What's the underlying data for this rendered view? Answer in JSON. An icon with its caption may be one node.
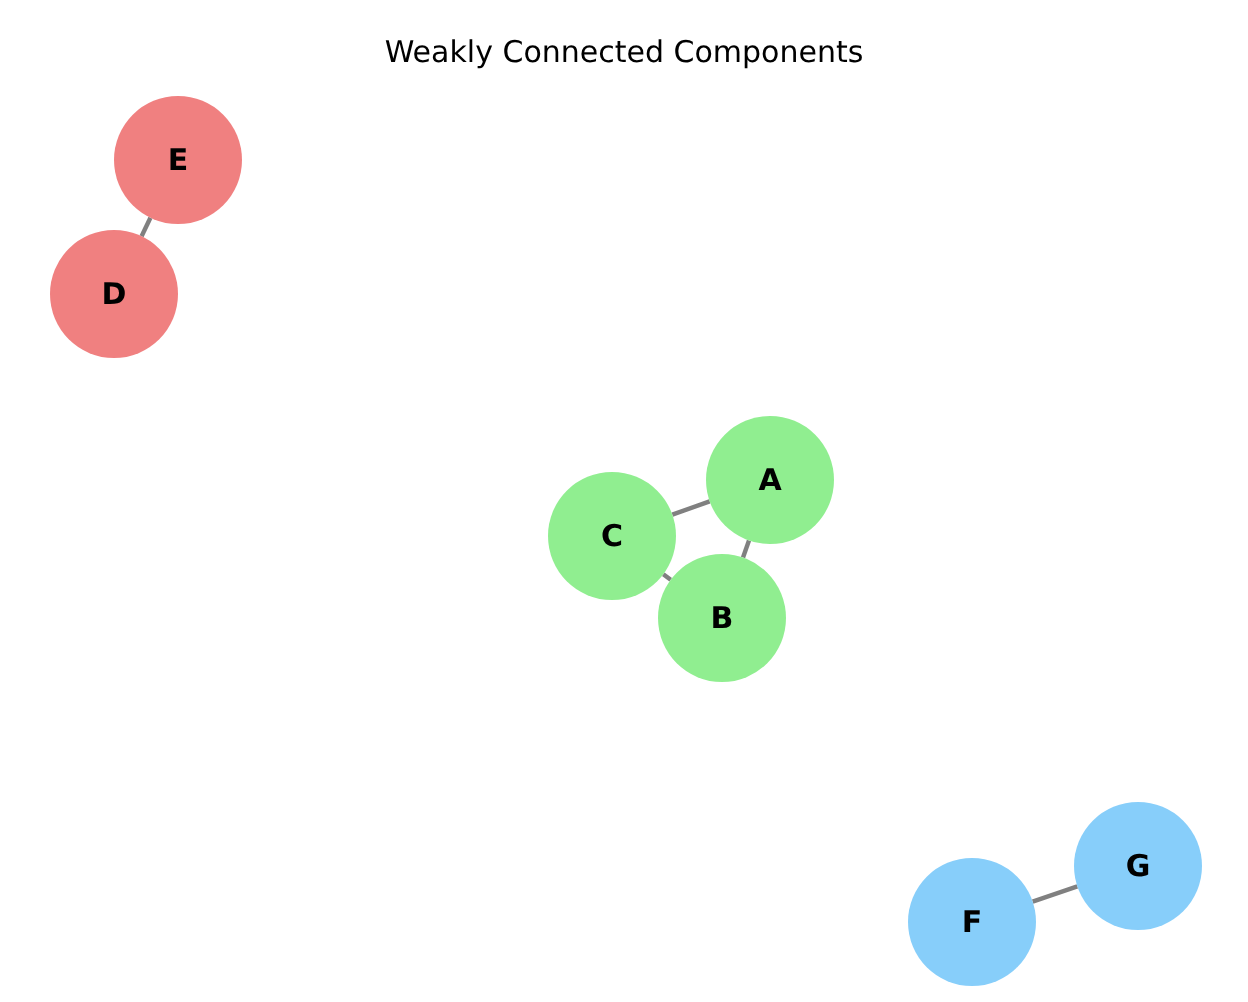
{
  "diagram": {
    "title": "Weakly Connected Components",
    "nodes": [
      {
        "text": [
          "E"
        ]
      },
      {
        "text": [
          "D"
        ]
      },
      {
        "text": [
          "A"
        ]
      },
      {
        "text": [
          "C"
        ]
      },
      {
        "text": [
          "B"
        ]
      },
      {
        "text": [
          "G"
        ]
      },
      {
        "text": [
          "F"
        ]
      }
    ],
    "edges": [
      {
        "from": 0,
        "to": 1,
        "arrow": "none"
      },
      {
        "from": 2,
        "to": 3,
        "arrow": "none"
      },
      {
        "from": 2,
        "to": 4,
        "arrow": "none"
      },
      {
        "from": 3,
        "to": 4,
        "arrow": "none"
      },
      {
        "from": 5,
        "to": 6,
        "arrow": "none"
      }
    ]
  }
}
